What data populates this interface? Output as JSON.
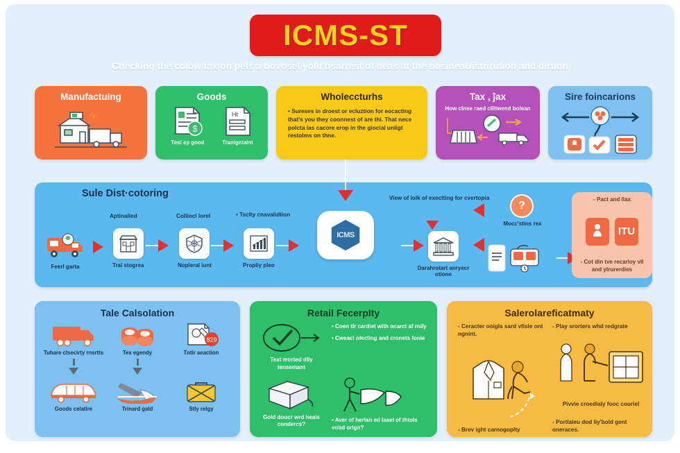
{
  "title": "ICMS-ST",
  "subtitle": "Checking the colow tax on pels a bovosel yolu bsarrest of neas at the busineaUistrirution and dirtion",
  "colors": {
    "title_badge": "#e01b1b",
    "title_text": "#ffd21e",
    "canvas": "#e3eff9",
    "card_manufacturing": "#f4733f",
    "card_goods": "#2fbf6b",
    "card_wholesale": "#f8c917",
    "card_tax": "#b550ba",
    "card_sire": "#7cc1ef",
    "mid_panel": "#5cb9ef",
    "peach_box": "#f9c3ac",
    "arrow_red": "#e03131",
    "panel_green": "#2fbf6b",
    "panel_amber": "#f6bb42"
  },
  "top_cards": [
    {
      "title": "Manufactuing",
      "icon": "factory-truck-icon",
      "body": "",
      "labels": []
    },
    {
      "title": "Goods",
      "icon": "documents-icon",
      "body": "",
      "labels": [
        "Test ep good",
        "Tranigntaint"
      ]
    },
    {
      "title": "Wholeccturhs",
      "icon": "",
      "body": "• Sureses in droest or ecluztion for eocacting that's you they coonnest of are thi. That nece polcta ias cacore erop in the giocial unligt restolms on thne.",
      "labels": []
    },
    {
      "title": "Tax , ĵax",
      "icon": "tax-exchange-icon",
      "body": "How clnse raed cllitwend bolean",
      "labels": []
    },
    {
      "title": "Sire foincarions",
      "icon": "share-nodes-icon",
      "body": "",
      "labels": []
    }
  ],
  "mid_panel": {
    "title": "Sule Dist·cotoring",
    "flow": [
      {
        "icon": "delivery-van-icon",
        "caption": "Feerl garta",
        "top_label": ""
      },
      {
        "icon": "storefront-icon",
        "caption": "Tral stogrea",
        "top_label": "Aptinalied"
      },
      {
        "icon": "shield-icon",
        "caption": "Nopleral iunt",
        "top_label": "Colliocl lorel"
      },
      {
        "icon": "bar-chart-icon",
        "caption": "Propliy pleo",
        "top_label": "• Tsclty cnavalidtion"
      }
    ],
    "hub_logo": "ICMS",
    "bank_label_top": "View of lolk of execlting for cvertopia",
    "bank": {
      "icon": "bank-icon",
      "caption": "Darahrotart anryecr otione"
    },
    "badge": {
      "icon": "question-badge-icon",
      "caption": "Mocc'stins rex"
    },
    "device_icons": [
      "document-icon",
      "device-card-icon"
    ],
    "peach": {
      "text_top": "- Pact and llax",
      "text_bottom": "- Cot din tve recarloy vll and ytrurerdies",
      "icons": [
        "person-badge-icon",
        "itu-icon"
      ]
    }
  },
  "bottom_panels": {
    "left": {
      "title": "Tale Calsolation",
      "cells": [
        {
          "icon": "truck-icon",
          "caption": "Tuhare clsecirty rnsrtts"
        },
        {
          "icon": "rolls-icon",
          "caption": "Tex egendy"
        },
        {
          "icon": "document-stamp-icon",
          "caption": "Tntir aeaction",
          "badge": "829"
        },
        {
          "icon": "bus-icon",
          "caption": "Goods celatire"
        },
        {
          "icon": "plane-boat-icon",
          "caption": "Trinard gald"
        },
        {
          "icon": "briefcase-icon",
          "caption": "Stly relgy"
        }
      ]
    },
    "middle": {
      "title": "Retail Fecerplty",
      "rows": [
        {
          "icon": "check-circle-arrow-icon",
          "caption": "Text morted dlly tensemant",
          "bullets": [
            "• Coen tlr cardiet with ocarct af rnily",
            "• Cweacl ofecling and cronets fonie"
          ]
        },
        {
          "icon": "package-box-icon",
          "caption": "Gold doucr wrd heals condercs?",
          "bullets": [
            "• Aver of herlah ed lasel of thtols vobd orlgn?"
          ]
        }
      ]
    },
    "right": {
      "title": "Salerolareficatmaty",
      "left_col": {
        "text_top": "- Ceracter ooigls sard vfisle ont ngnint.",
        "icon": "coat-person-icon",
        "text_bottom": "- Brev ight carnogoplty"
      },
      "right_col": {
        "text_top": "- Play srorters whd redgrate",
        "icon": "people-window-icon",
        "text_mid": "Pivvie croedialy fooc couriel",
        "text_bottom": "- Portlaleu dod liy'bold gent oneraces."
      }
    }
  }
}
